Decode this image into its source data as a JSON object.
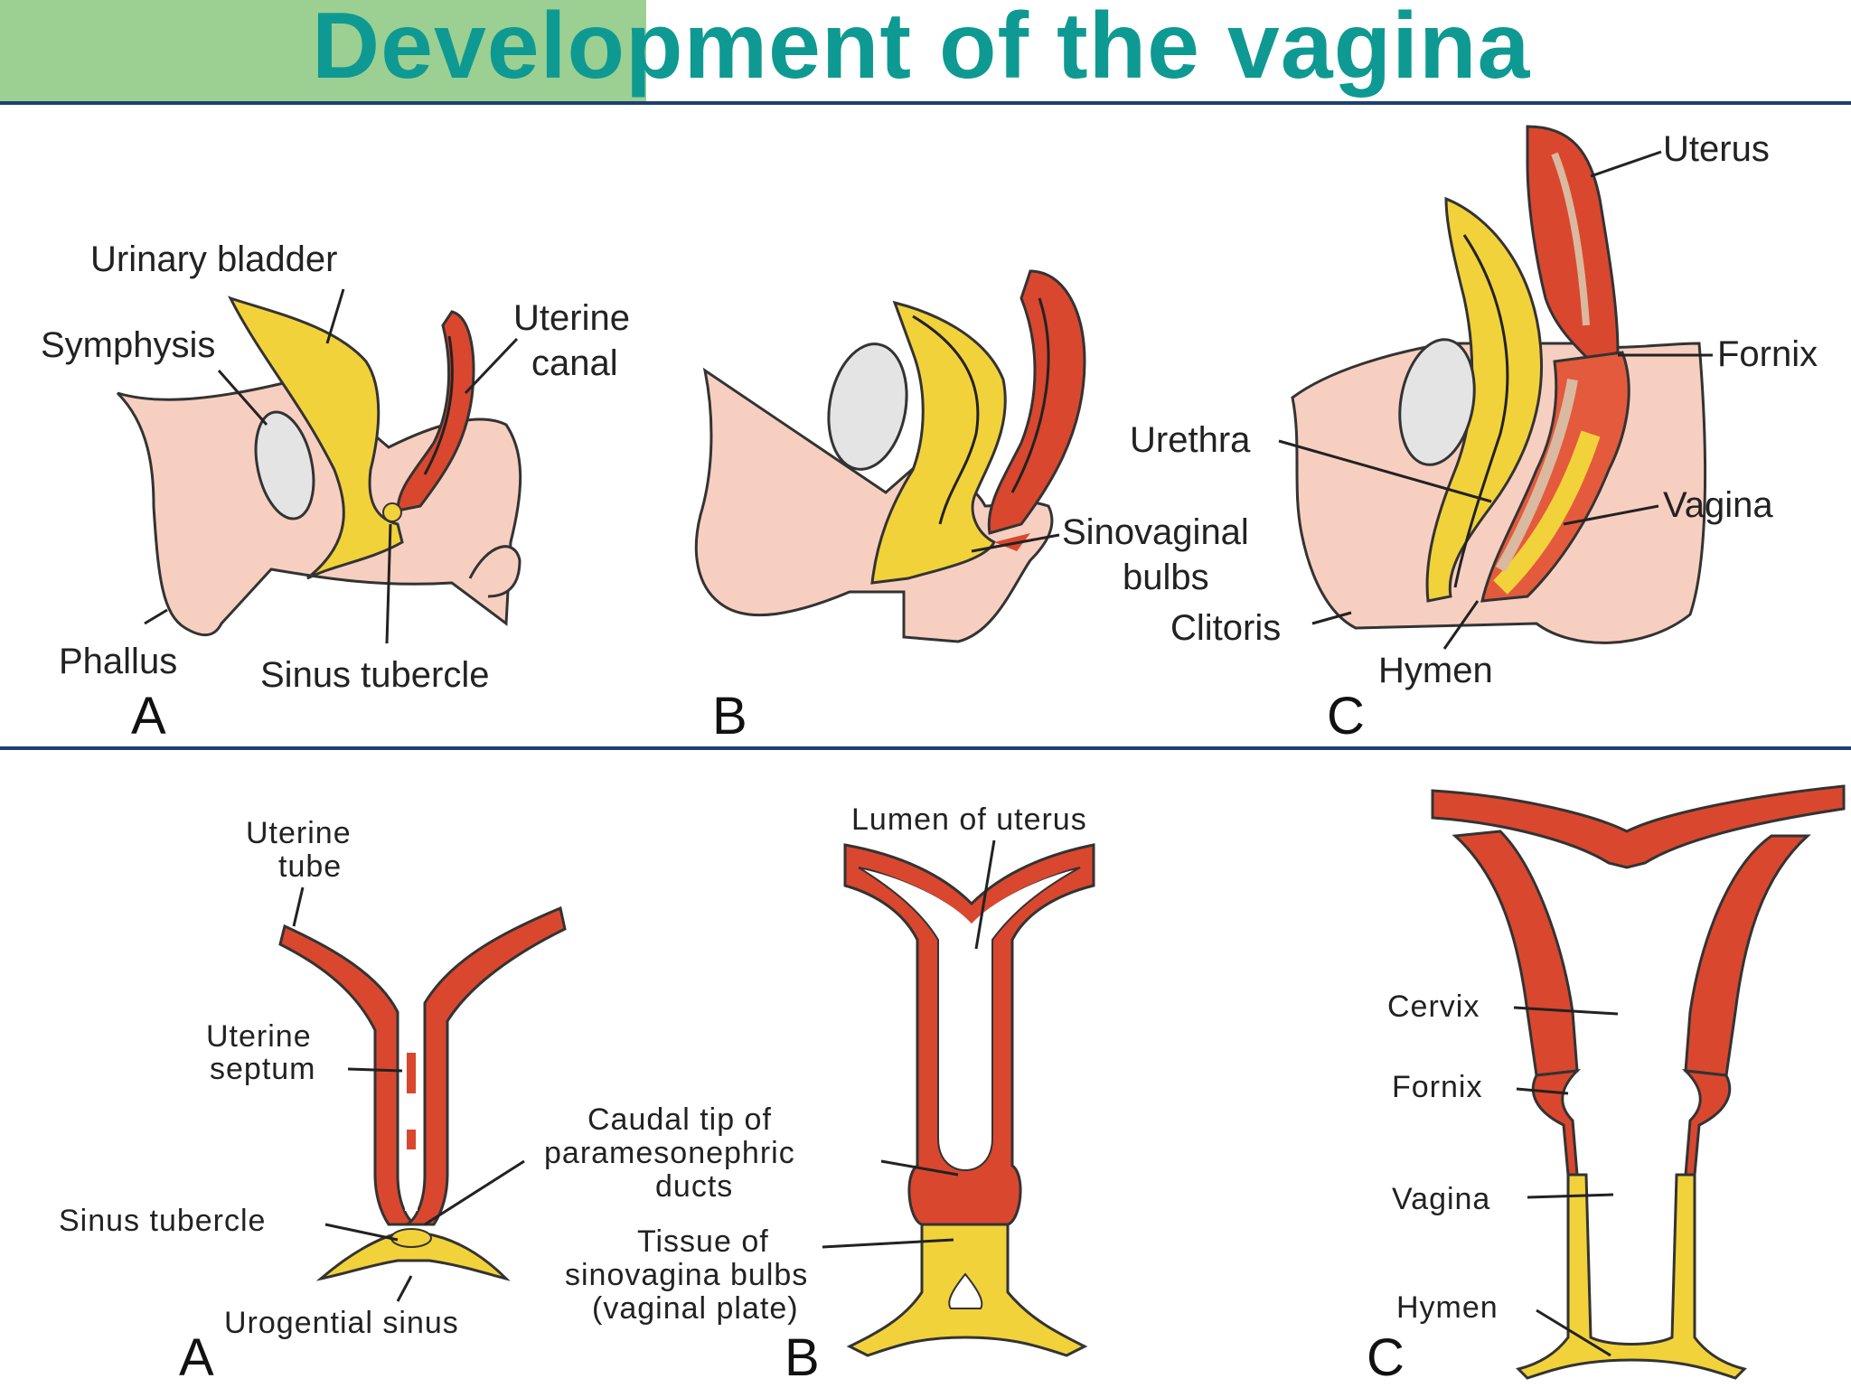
{
  "title": "Development of the vagina",
  "colors": {
    "accent_title": "#0e9a92",
    "title_band": "#9ccf92",
    "rule": "#1d3f72",
    "red_tissue": "#d9472f",
    "yellow_tissue": "#f2d23a",
    "pink_tissue": "#f7cfc0",
    "lumen_brown": "#d9b9a0"
  },
  "top": {
    "A": {
      "panel": "A",
      "urinary_bladder": "Urinary bladder",
      "symphysis": "Symphysis",
      "uterine_canal_1": "Uterine",
      "uterine_canal_2": "canal",
      "phallus": "Phallus",
      "sinus_tubercle": "Sinus tubercle"
    },
    "B": {
      "panel": "B",
      "sinovaginal_1": "Sinovaginal",
      "sinovaginal_2": "bulbs"
    },
    "C": {
      "panel": "C",
      "uterus": "Uterus",
      "fornix": "Fornix",
      "urethra": "Urethra",
      "vagina": "Vagina",
      "clitoris": "Clitoris",
      "hymen": "Hymen"
    }
  },
  "bottom": {
    "A": {
      "panel": "A",
      "uterine_tube_1": "Uterine",
      "uterine_tube_2": "tube",
      "uterine_septum_1": "Uterine",
      "uterine_septum_2": "septum",
      "sinus_tubercle": "Sinus tubercle",
      "urogential_sinus": "Urogential sinus"
    },
    "B": {
      "panel": "B",
      "lumen_of_uterus": "Lumen of uterus",
      "caudal_1": "Caudal tip of",
      "caudal_2": "paramesonephric",
      "caudal_3": "ducts",
      "tissue_1": "Tissue of",
      "tissue_2": "sinovagina bulbs",
      "tissue_3": "(vaginal plate)"
    },
    "C": {
      "panel": "C",
      "cervix": "Cervix",
      "fornix": "Fornix",
      "vagina": "Vagina",
      "hymen": "Hymen"
    }
  }
}
